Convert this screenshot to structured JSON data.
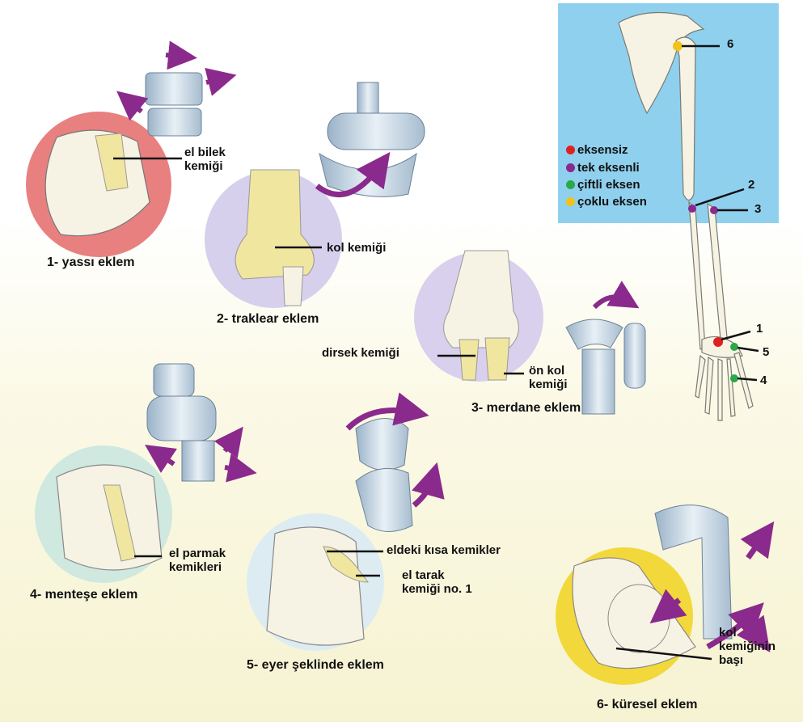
{
  "legend": [
    {
      "label": "eksensiz",
      "color": "#e02020"
    },
    {
      "label": "tek eksenli",
      "color": "#8a2a8c"
    },
    {
      "label": "çiftli eksen",
      "color": "#2aa84a"
    },
    {
      "label": "çoklu eksen",
      "color": "#f2c21a"
    }
  ],
  "markers": [
    "1",
    "2",
    "3",
    "4",
    "5",
    "6"
  ],
  "captions": {
    "c1": "1- yassı eklem",
    "c2": "2- traklear eklem",
    "c3": "3- merdane eklem",
    "c4": "4- menteşe eklem",
    "c5": "5- eyer şeklinde eklem",
    "c6": "6- küresel eklem"
  },
  "labels": {
    "el_bilek": "el bilek\nkemiği",
    "kol_kemigi": "kol kemiği",
    "dirsek": "dirsek kemiği",
    "on_kol": "ön kol\nkemiği",
    "el_parmak": "el parmak\nkemikleri",
    "eldeki": "eldeki kısa kemikler",
    "el_tarak": "el tarak\nkemiği no. 1",
    "kol_basi": "kol\nkemiğinin\nbaşı"
  },
  "colors": {
    "panel": "#8fd0ee",
    "arrow": "#8a2a8c",
    "bone": "#f3f0d8",
    "highlight": "#f0e6a0",
    "circle1": "#e88080",
    "circle2": "#d6d0ec",
    "circle3": "#d8d0ec",
    "circle4": "#cfe8e0",
    "circle5": "#dcecf2",
    "circle6": "#f2d83a"
  }
}
